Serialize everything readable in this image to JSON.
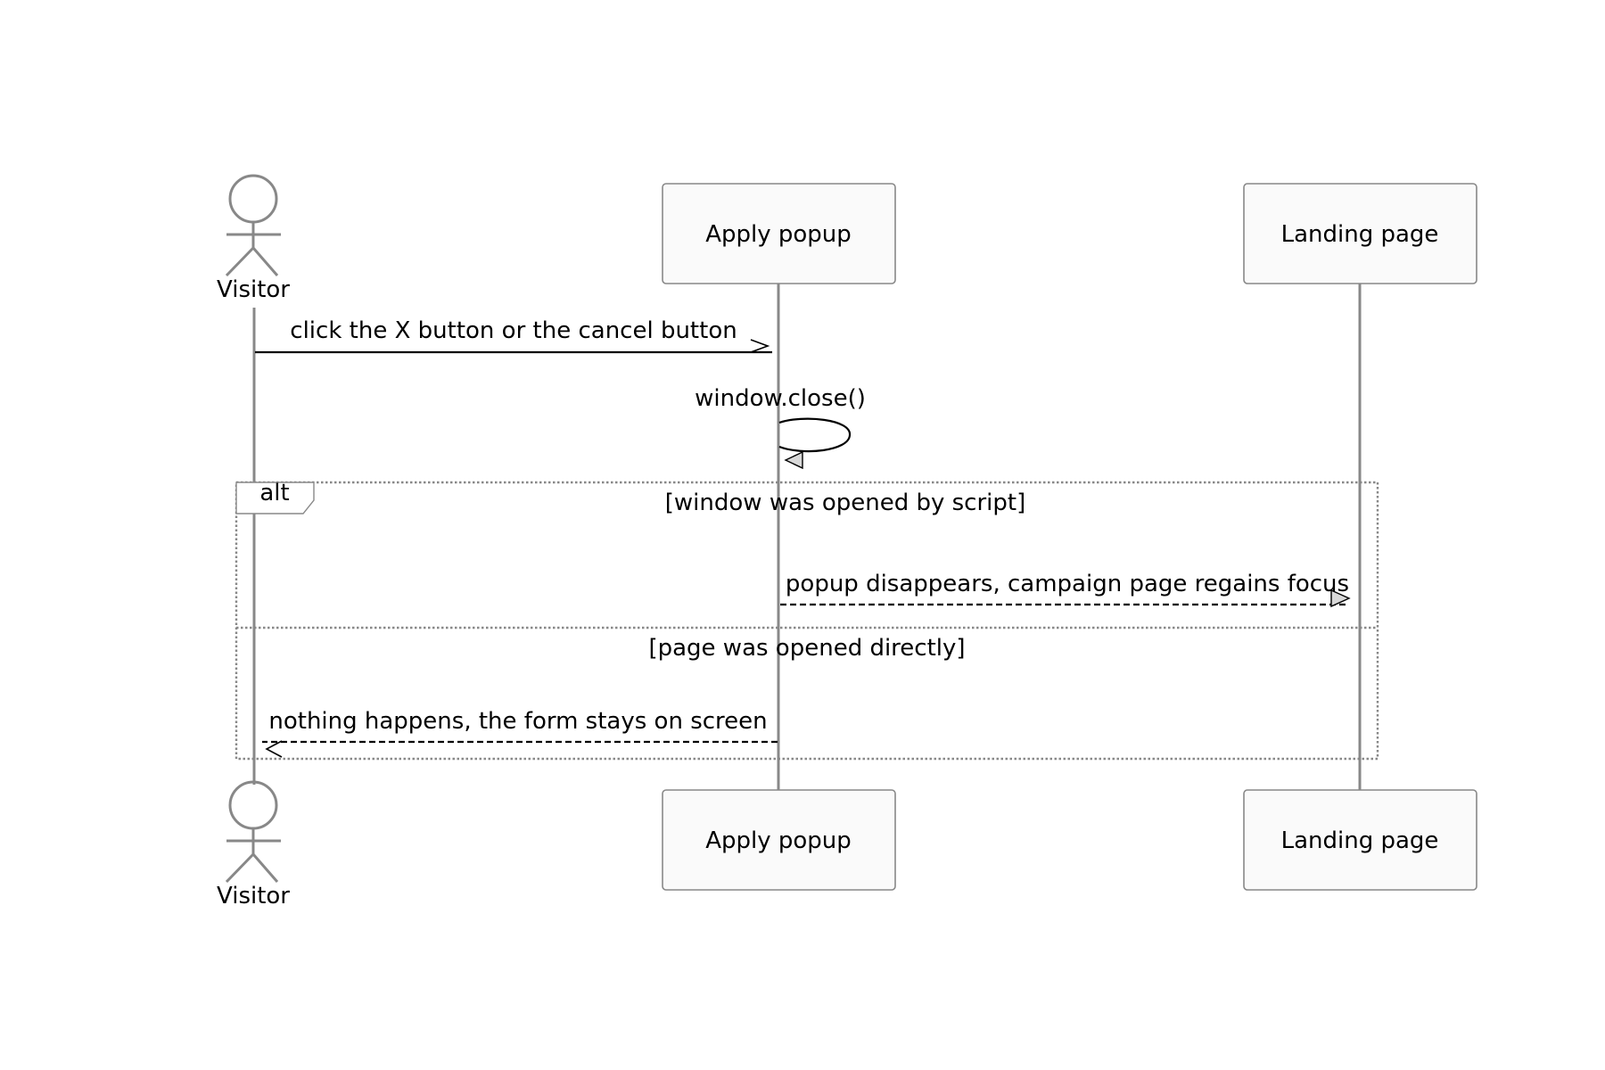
{
  "participants": {
    "visitor": "Visitor",
    "apply_popup": "Apply popup",
    "landing_page": "Landing page"
  },
  "messages": {
    "click_close": "click the X button or the cancel button",
    "window_close": "window.close()",
    "popup_disappears": "popup disappears, campaign page regains focus",
    "nothing_happens": "nothing happens, the form stays on screen"
  },
  "alt_block": {
    "label": "alt",
    "condition_1": "[window was opened by script]",
    "condition_2": "[page was opened directly]"
  }
}
